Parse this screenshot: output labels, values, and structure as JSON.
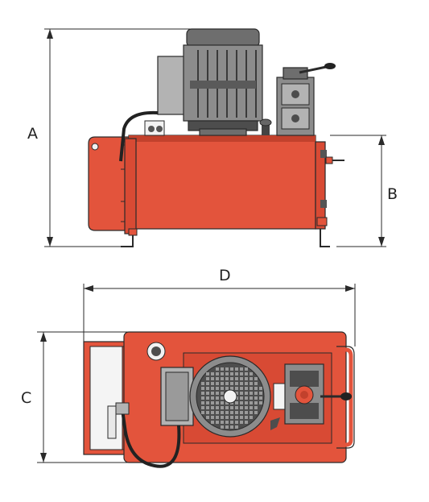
{
  "dimensions": {
    "height_total": "A",
    "tank_height": "B",
    "width": "C",
    "length": "D"
  },
  "colors": {
    "tank_red": "#e3543c",
    "tank_red_dark": "#c2412c",
    "motor_grey": "#8c8c8c",
    "motor_dark": "#4d4d4d",
    "box_grey": "#b3b3b3",
    "cable": "#222222"
  },
  "icons": {
    "motor": "electric-motor-icon",
    "valve": "hydraulic-valve-icon",
    "handle": "lever-handle-icon",
    "terminal": "junction-box-icon"
  }
}
